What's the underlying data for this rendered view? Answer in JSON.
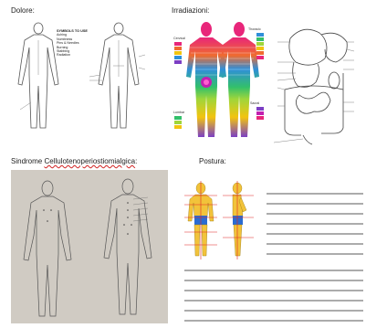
{
  "sections": {
    "dolore": {
      "title": "Dolore:"
    },
    "irradiazioni": {
      "title": "Irradiazioni:"
    },
    "sindrome": {
      "title_plain": "Sindrome ",
      "title_underlined": "Cellulotenoperiostiomialgica",
      "title_tail": ":"
    },
    "postura": {
      "title": "Postura:"
    }
  },
  "pain_legend": {
    "title": "SYMBOLS TO USE",
    "rows": [
      "Aching",
      "Numbness",
      "Pins & Needles",
      "Burning",
      "Stabbing",
      "Radiation"
    ]
  },
  "dermatome_labels": {
    "cervical": "Cervical",
    "thoracic": "Thoracic",
    "lumbar": "Lumbar",
    "sacral": "Sacral"
  },
  "colors": {
    "line": "#444444",
    "dermatome_head": "#e8267a",
    "dermatome_chest": "#2f8fd8",
    "dermatome_belly": "#33c06a",
    "dermatome_legs": "#f2c40f",
    "photo_bg": "#d9d4cc",
    "mannequin_skin": "#f2c33a",
    "mannequin_shorts": "#2a6bd1",
    "posture_line": "#e02424"
  },
  "write_lines": {
    "count_side": 7,
    "count_bottom": 6
  }
}
